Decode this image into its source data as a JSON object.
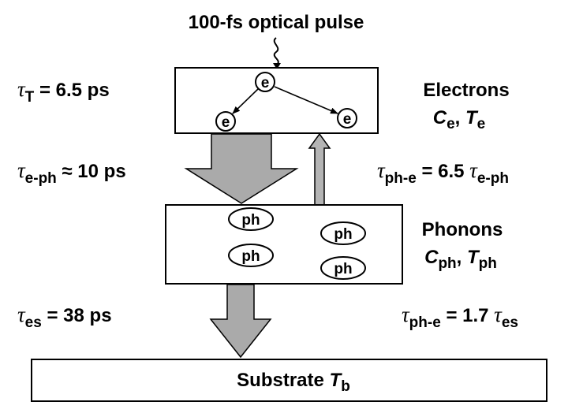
{
  "pulse_label": "100-fs optical pulse",
  "electrons": {
    "title": "Electrons",
    "c_symbol": "C",
    "c_sub": "e",
    "t_symbol": "T",
    "t_sub": "e",
    "separator": ", ",
    "particle_label": "e"
  },
  "phonons": {
    "title": "Phonons",
    "c_symbol": "C",
    "c_sub": "ph",
    "t_symbol": "T",
    "t_sub": "ph",
    "separator": ", ",
    "particle_label": "ph"
  },
  "substrate": {
    "label": "Substrate ",
    "t_symbol": "T",
    "t_sub": "b"
  },
  "relations": {
    "tau_symbol": "τ",
    "tau_T": {
      "sub": "T",
      "value": " = 6.5 ps"
    },
    "tau_eph": {
      "sub": "e-ph",
      "op": " ≈ ",
      "value": "10 ps"
    },
    "tau_phe_1": {
      "sub": "ph-e",
      "value": " = 6.5 ",
      "ref_sub": "e-ph"
    },
    "tau_es": {
      "sub": "es",
      "value": " = 38 ps"
    },
    "tau_phe_2": {
      "sub": "ph-e",
      "value": " = 1.7 ",
      "ref_sub": "es"
    }
  },
  "colors": {
    "down_arrow": "#aaaaaa",
    "up_arrow": "#b4b4b4",
    "stroke": "#000000"
  }
}
